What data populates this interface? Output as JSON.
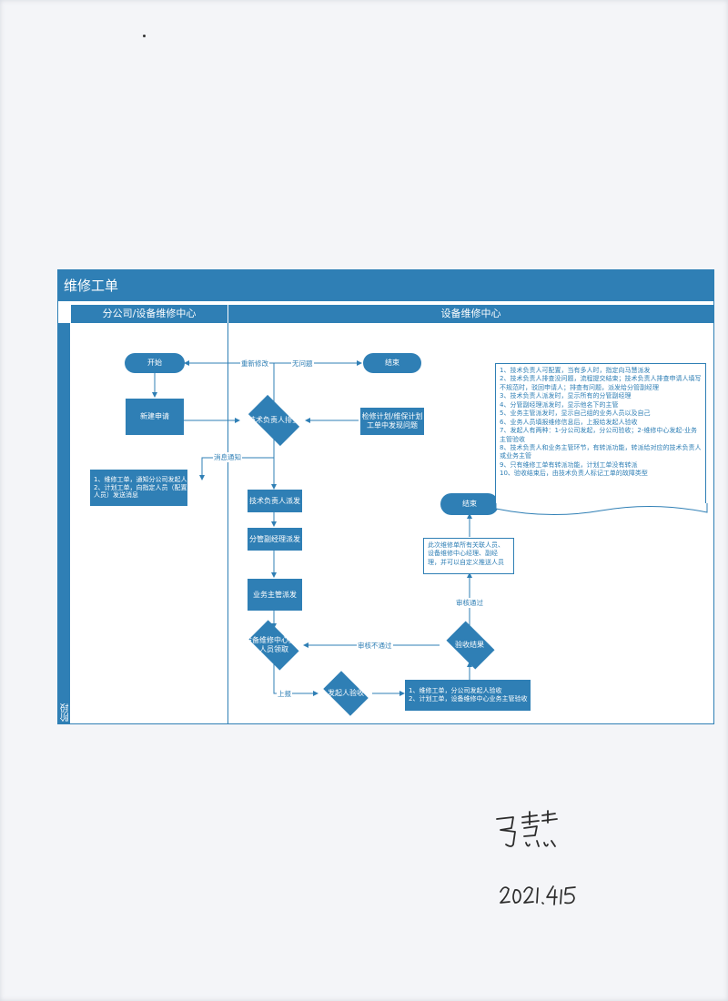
{
  "diagram": {
    "title": "维修工单",
    "lanes": [
      "分公司/设备维修中心",
      "设备维修中心"
    ],
    "stage_label": "阶段"
  },
  "nodes": {
    "start": "开始",
    "new_request": "新建申请",
    "tech_check": "技术负责人排查",
    "top_end": "结束",
    "plan_source": "检修计划/维保计划工单中发现问题",
    "notify": "1、维修工单，通知分公司发起人\n2、计划工单，向指定人员（配置人员）发送消息",
    "tech_dispatch": "技术负责人派发",
    "vp_dispatch": "分管副经理派发",
    "supervisor_dispatch": "业务主管派发",
    "center_leader": "设备维修中心业务人员领取",
    "initiator_accept": "发起人验收",
    "accept_note": "1、维修工单，分公司发起人验收\n2、计划工单，设备维修中心业务主管验收",
    "acceptance": "验收结果",
    "close_note": "此次维修单所有关联人员、设备维修中心经理、副经理，并可以自定义推送人员",
    "final_end": "结束"
  },
  "edge_labels": {
    "redo": "重新修改",
    "no_problem": "无问题",
    "notify": "消息通知",
    "report": "上报",
    "review_fail": "审核不通过",
    "review_pass": "审核通过"
  },
  "notes": [
    "1、技术负责人可配置，当有多人时，指定向马慧派发",
    "2、技术负责人排查没问题，流程提交结束；技术负责人排查申请人填写不规范时，驳回申请人；排查有问题，派发给分管副经理",
    "3、技术负责人派发时，显示所有的分管副经理",
    "4、分管副经理派发时，显示他名下的主管",
    "5、业务主管派发时，显示自己组的业务人员以及自己",
    "6、业务人员填报维修信息后，上报给发起人验收",
    "7、发起人有两种：1-分公司发起，分公司验收；2-维修中心发起-业务主管验收",
    "8、技术负责人和业务主管环节，有转派功能，转派给对应的技术负责人或业务主管",
    "9、只有维修工单有转派功能，计划工单没有转派",
    "10、验收结束后，由技术负责人标记工单的故障类型"
  ],
  "handwriting": {
    "signature": "马慧",
    "date": "2021.4.15"
  },
  "colors": {
    "accent": "#2f7fb5",
    "paper": "#f4f5f8",
    "ink": "#2b2b2b"
  }
}
